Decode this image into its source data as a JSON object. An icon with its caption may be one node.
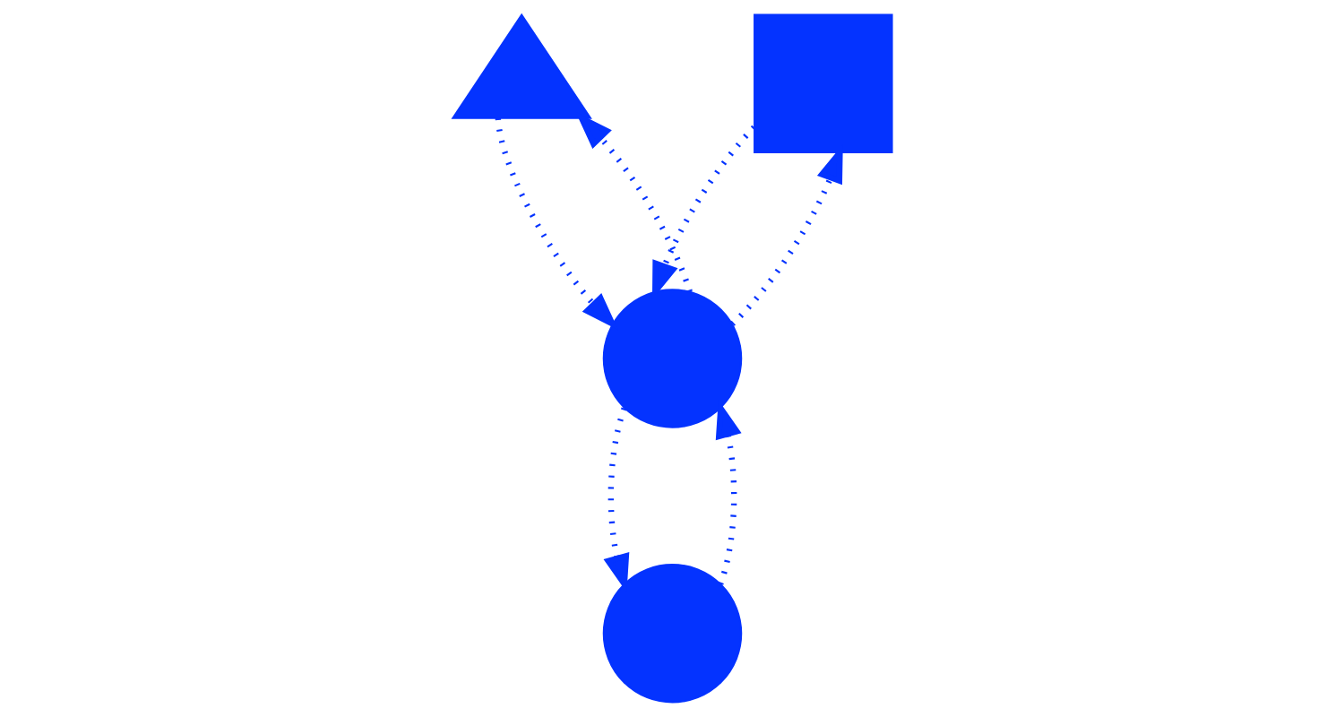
{
  "diagram": {
    "nodes": [
      {
        "text": [],
        "shape": "triangle"
      },
      {
        "text": [],
        "shape": "box"
      },
      {
        "text": [],
        "shape": "circle"
      },
      {
        "text": [],
        "shape": "circle"
      }
    ],
    "edges": [
      {
        "from": 0,
        "to": 2,
        "arrow": "to",
        "style": "dashed"
      },
      {
        "from": 2,
        "to": 0,
        "arrow": "to",
        "style": "dashed"
      },
      {
        "from": 2,
        "to": 1,
        "arrow": "to",
        "style": "dashed"
      },
      {
        "from": 1,
        "to": 2,
        "arrow": "to",
        "style": "dashed"
      },
      {
        "from": 2,
        "to": 3,
        "arrow": "to",
        "style": "dashed"
      },
      {
        "from": 3,
        "to": 2,
        "arrow": "to",
        "style": "dashed"
      }
    ]
  }
}
